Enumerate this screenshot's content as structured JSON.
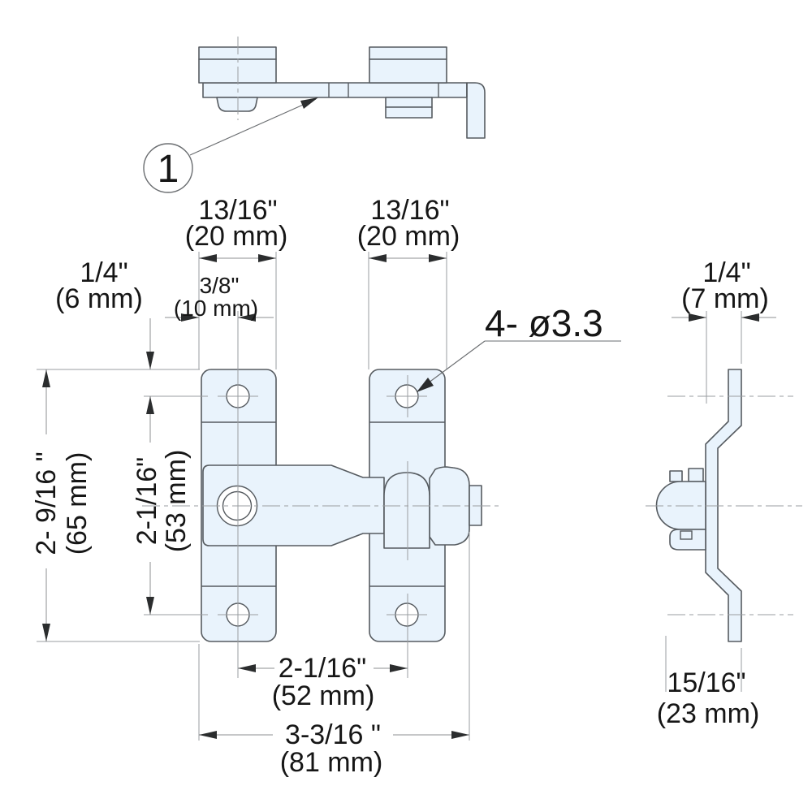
{
  "drawing": {
    "callout_label": "1",
    "hole_note": "4- ø3.3",
    "colors": {
      "part_fill": "#e9f3fc",
      "part_outline": "#565b60",
      "dimension_lines": "#8c8f92",
      "text": "#161616"
    },
    "dims": {
      "plate_width_left": {
        "inches": "13/16\"",
        "metric": "(20 mm)"
      },
      "plate_width_right": {
        "inches": "13/16\"",
        "metric": "(20 mm)"
      },
      "hole_edge_offset": {
        "inches": "3/8\"",
        "metric": "(10 mm)"
      },
      "hole_top_offset": {
        "inches": "1/4\"",
        "metric": "(6 mm)"
      },
      "overall_height": {
        "inches": "2- 9/16 \"",
        "metric": "(65 mm)"
      },
      "hole_span_vertical": {
        "inches": "2-1/16\"",
        "metric": "(53 mm)"
      },
      "hole_span_horizontal": {
        "inches": "2-1/16\"",
        "metric": "(52 mm)"
      },
      "overall_width": {
        "inches": "3-3/16 \"",
        "metric": "(81 mm)"
      },
      "side_thickness": {
        "inches": "1/4\"",
        "metric": "(7 mm)"
      },
      "side_depth": {
        "inches": "15/16\"",
        "metric": "(23 mm)"
      }
    }
  }
}
